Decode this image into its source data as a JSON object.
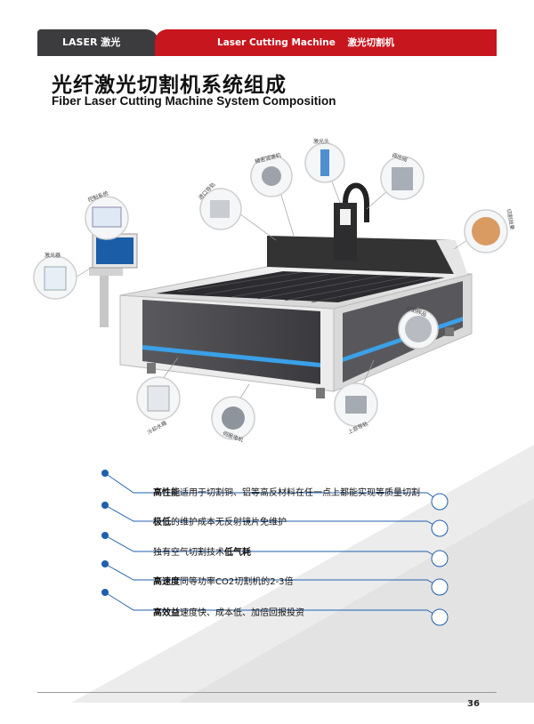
{
  "header": {
    "section_label": "LASER 激光",
    "category_en": "Laser Cutting Machine",
    "category_cn": "激光切割机"
  },
  "title": {
    "cn": "光纤激光切割机系统组成",
    "en": "Fiber Laser Cutting Machine System Composition"
  },
  "components": {
    "laser_source": "激光器",
    "control_system": "控制系统",
    "import_guide": "进口导轨",
    "precision_reducer": "精密减速机",
    "cutting_head": "激光头",
    "regulator": "调压阀",
    "cutting_effect": "切割效果",
    "exchange": "切割样品",
    "water_chiller": "冷却水箱",
    "servo_motor": "伺服电机",
    "upper_guide": "上部导轨"
  },
  "features": [
    {
      "bold": "高性能",
      "rest": "适用于切割铜、铝等高反材料在任一点上都能实现等质量切割",
      "bold_first": true
    },
    {
      "bold": "极低",
      "rest": "的维护成本无反射镜片免维护",
      "bold_first": true
    },
    {
      "pre": "独有空气切割技术",
      "bold": "低气耗",
      "bold_first": false
    },
    {
      "bold": "高速度",
      "rest": "同等功率CO2切割机的2-3倍",
      "bold_first": true
    },
    {
      "bold": "高效益",
      "rest": "速度快、成本低、加倍回报投资",
      "bold_first": true
    }
  ],
  "page_number": "36",
  "colors": {
    "accent_red": "#c8161e",
    "dark_gray": "#3c3c3e",
    "bullet_blue": "#1f5fae"
  }
}
